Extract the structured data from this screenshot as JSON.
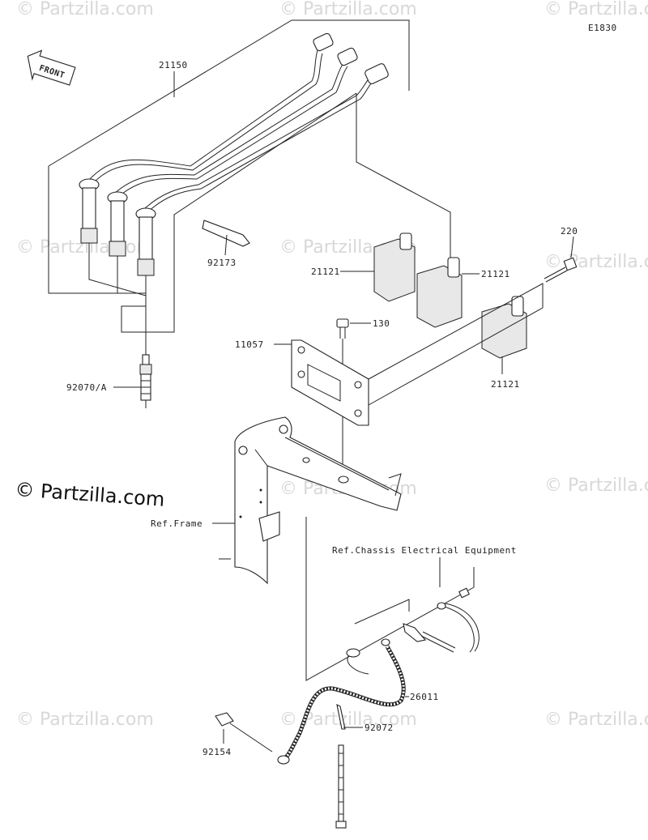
{
  "diagram_id": "E1830",
  "front_label": "FRONT",
  "callouts": {
    "c21150": "21150",
    "c92173": "92173",
    "c21121a": "21121",
    "c21121b": "21121",
    "c21121c": "21121",
    "c220": "220",
    "c130": "130",
    "c11057": "11057",
    "c92070": "92070/A",
    "ref_frame": "Ref.Frame",
    "ref_chassis": "Ref.Chassis Electrical Equipment",
    "c26011": "26011",
    "c92072": "92072",
    "c92154": "92154"
  },
  "watermark": {
    "small": "© Partzilla.com",
    "main": "© Partzilla.com"
  },
  "colors": {
    "line": "#222222",
    "watermark": "#d8d8d8",
    "background": "#ffffff"
  }
}
